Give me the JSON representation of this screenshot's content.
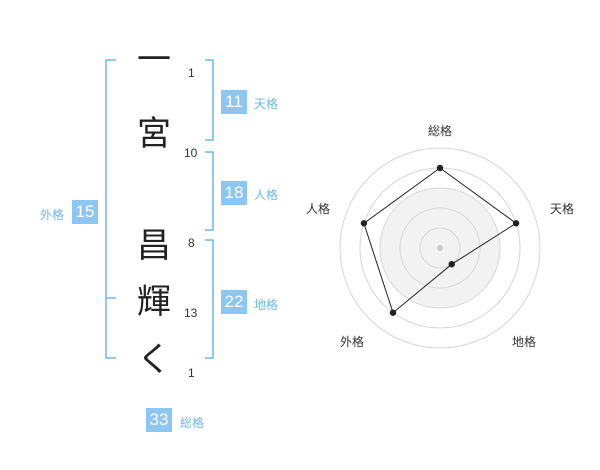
{
  "name_chars": [
    {
      "char": "一",
      "strokes": "1"
    },
    {
      "char": "宮",
      "strokes": "10"
    },
    {
      "char": "昌",
      "strokes": "8"
    },
    {
      "char": "輝",
      "strokes": "13"
    },
    {
      "char": "く",
      "strokes": "1"
    }
  ],
  "fortunes": {
    "tenkaku": {
      "label": "天格",
      "value": "11"
    },
    "jinkaku": {
      "label": "人格",
      "value": "18"
    },
    "chikaku": {
      "label": "地格",
      "value": "22"
    },
    "gaikaku": {
      "label": "外格",
      "value": "15"
    },
    "soukaku": {
      "label": "総格",
      "value": "33"
    }
  },
  "chart_data": {
    "type": "radar",
    "axes": [
      "総格",
      "天格",
      "地格",
      "外格",
      "人格"
    ],
    "values": [
      4,
      4,
      1,
      4,
      4
    ],
    "max": 5,
    "rings": 4,
    "colors": {
      "fill": "#f2f2f2",
      "ring": "#d6d6d6",
      "line": "#222222",
      "center": "#c8c8c8"
    }
  },
  "colors": {
    "bracket": "#6fb8e8",
    "box": "#8ec6f3"
  }
}
